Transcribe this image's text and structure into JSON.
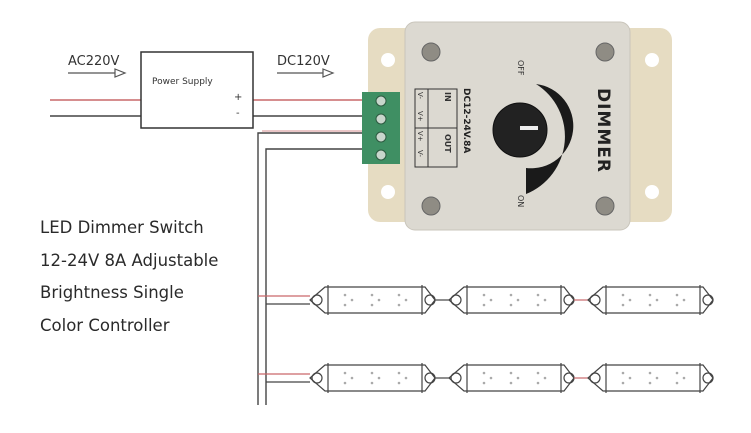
{
  "diagram": {
    "input_label": "AC220V",
    "output_label": "DC120V",
    "power_supply": {
      "title": "Power Supply",
      "plus": "+",
      "minus": "-"
    },
    "dimmer": {
      "brand": "DIMMER",
      "rating": "DC12-24V.8A",
      "in_label": "IN",
      "out_label": "OUT",
      "terminals": [
        "V-",
        "V+",
        "V+",
        "V-"
      ],
      "off_label": "OFF",
      "on_label": "ON"
    },
    "description": [
      "LED Dimmer Switch",
      "12-24V 8A Adjustable",
      "Brightness Single",
      "Color Controller"
    ],
    "colors": {
      "wire_red": "#c9686a",
      "wire_dark": "#444444",
      "terminal_green": "#3f8f63",
      "case_beige": "#e6dcc2",
      "face": "#dcd9d1"
    }
  }
}
